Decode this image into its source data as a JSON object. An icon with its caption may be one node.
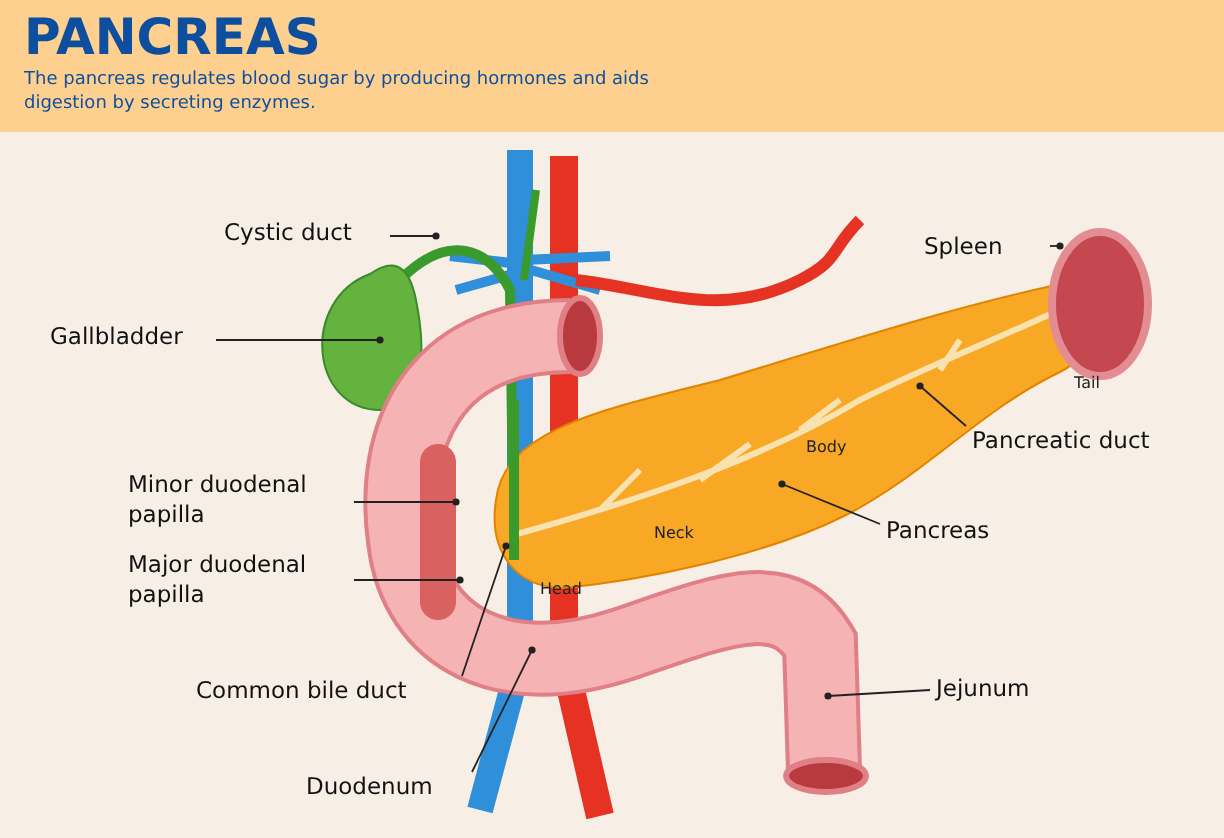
{
  "diagram": {
    "title": "PANCREAS",
    "caption": "The pancreas regulates blood sugar by producing hormones and aids digestion by secreting enzymes.",
    "nodes": [
      {
        "text": [
          "Cystic duct"
        ]
      },
      {
        "text": [
          "Spleen"
        ]
      },
      {
        "text": [
          "Gallbladder"
        ]
      },
      {
        "text": [
          "Pancreatic duct"
        ]
      },
      {
        "text": [
          "Minor duodenal papilla"
        ]
      },
      {
        "text": [
          "Pancreas"
        ]
      },
      {
        "text": [
          "Major duodenal papilla"
        ]
      },
      {
        "text": [
          "Common bile duct"
        ]
      },
      {
        "text": [
          "Jejunum"
        ]
      },
      {
        "text": [
          "Duodenum"
        ]
      }
    ],
    "edges": [
      {
        "from": 0,
        "to": null,
        "arrow": "other"
      },
      {
        "from": 1,
        "to": null,
        "arrow": "other"
      },
      {
        "from": 2,
        "to": null,
        "arrow": "other"
      },
      {
        "from": 3,
        "to": null,
        "arrow": "other"
      },
      {
        "from": 4,
        "to": null,
        "arrow": "other"
      },
      {
        "from": 5,
        "to": null,
        "arrow": "other"
      },
      {
        "from": 6,
        "to": null,
        "arrow": "other"
      },
      {
        "from": 7,
        "to": null,
        "arrow": "other"
      },
      {
        "from": 8,
        "to": null,
        "arrow": "other"
      },
      {
        "from": 9,
        "to": null,
        "arrow": "other"
      }
    ],
    "labels": [
      "Tail",
      "Body",
      "Neck",
      "Head"
    ]
  }
}
